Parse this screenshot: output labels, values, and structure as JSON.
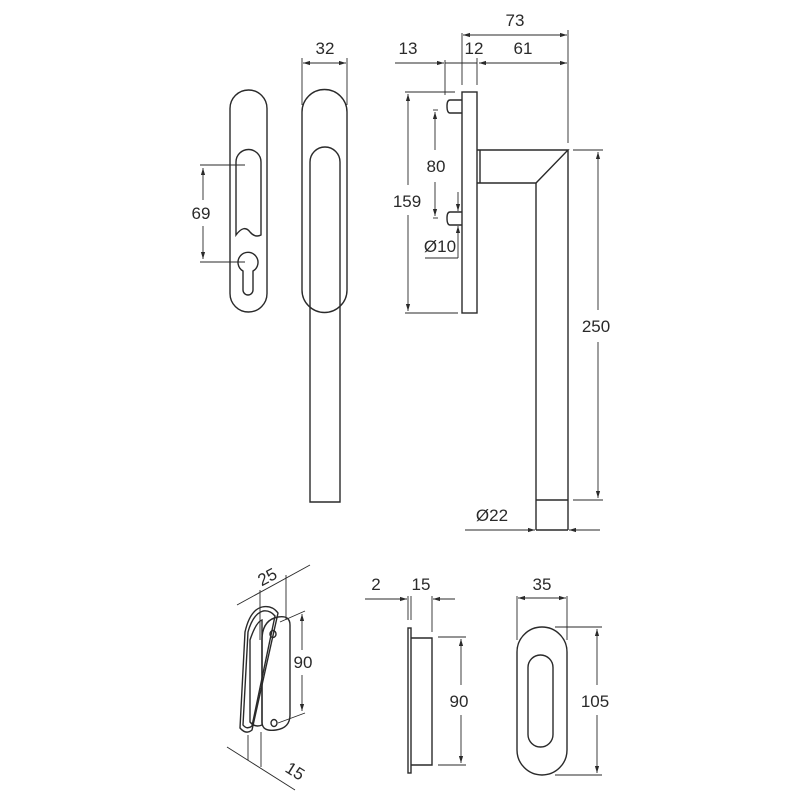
{
  "dimensions": {
    "rosette_hole_spacing": "69",
    "handle_width": "32",
    "overall_projection": "73",
    "pin_length": "13",
    "plate_thickness": "12",
    "handle_projection": "61",
    "pin_spacing": "80",
    "plate_height": "159",
    "pin_diameter": "Ø10",
    "lever_length": "250",
    "lever_diameter": "Ø22",
    "pull_iso_width": "25",
    "pull_iso_height": "90",
    "pull_iso_depth": "15",
    "pull_flange": "2",
    "pull_depth": "15",
    "pull_side_height": "90",
    "pull_front_width": "35",
    "pull_front_height": "105"
  },
  "colors": {
    "line": "#2a2a2a",
    "background": "#ffffff"
  }
}
